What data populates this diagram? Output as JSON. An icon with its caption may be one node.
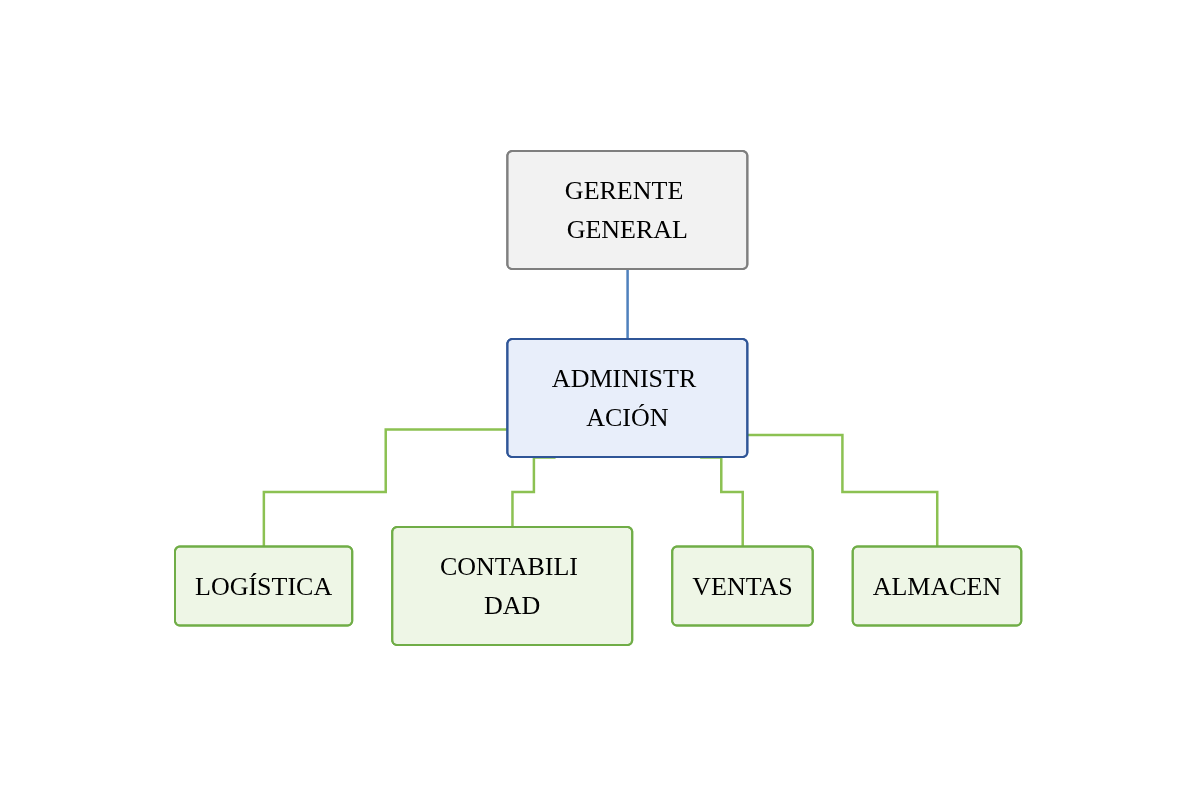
{
  "diagram": {
    "nodes": [
      {
        "text": [
          "GERENTE GENERAL"
        ]
      },
      {
        "text": [
          "ADMINISTR ACIÓN"
        ]
      },
      {
        "text": [
          "LOGÍSTICA"
        ]
      },
      {
        "text": [
          "CONTABILI DAD"
        ]
      },
      {
        "text": [
          "VENTAS"
        ]
      },
      {
        "text": [
          "ALMACEN"
        ]
      }
    ],
    "edges": [
      {
        "from": 0,
        "to": 1,
        "arrow": "none",
        "color": "#4f81bd"
      },
      {
        "from": 1,
        "to": 2,
        "arrow": "none"
      },
      {
        "from": 1,
        "to": 3,
        "arrow": "none"
      },
      {
        "from": 1,
        "to": 4,
        "arrow": "none"
      },
      {
        "from": 1,
        "to": 5,
        "arrow": "none"
      }
    ]
  }
}
